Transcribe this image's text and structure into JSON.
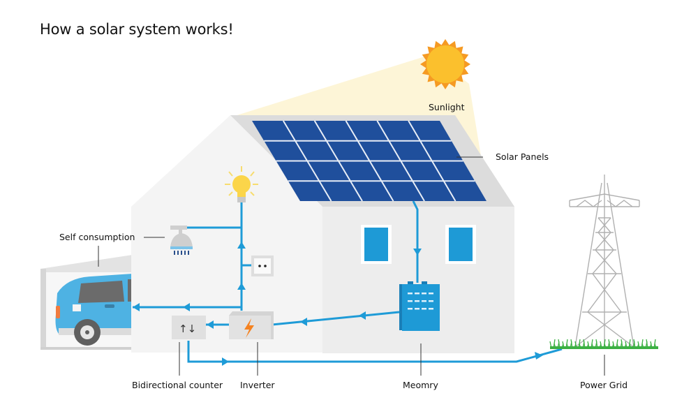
{
  "title": "How a solar system works!",
  "labels": {
    "sunlight": "Sunlight",
    "solar_panels": "Solar Panels",
    "self_consumption": "Self consumption",
    "bidirectional_counter": "Bidirectional counter",
    "inverter": "Inverter",
    "memory": "Meomry",
    "power_grid": "Power Grid"
  },
  "panel_grid": {
    "rows": 4,
    "cols": 6
  },
  "colors": {
    "wire": "#1e9bd7",
    "panel": "#1f4f9c",
    "sun": "#fbc02d",
    "sun_ray": "#f59a23",
    "beam": "#fdf3d0",
    "house_wall": "#f3f3f3",
    "house_side": "#ececec",
    "window": "#1e9ad6",
    "car": "#4eb2e3",
    "grass": "#3cb043",
    "tower": "#b0b0b0",
    "bolt": "#f58220"
  }
}
